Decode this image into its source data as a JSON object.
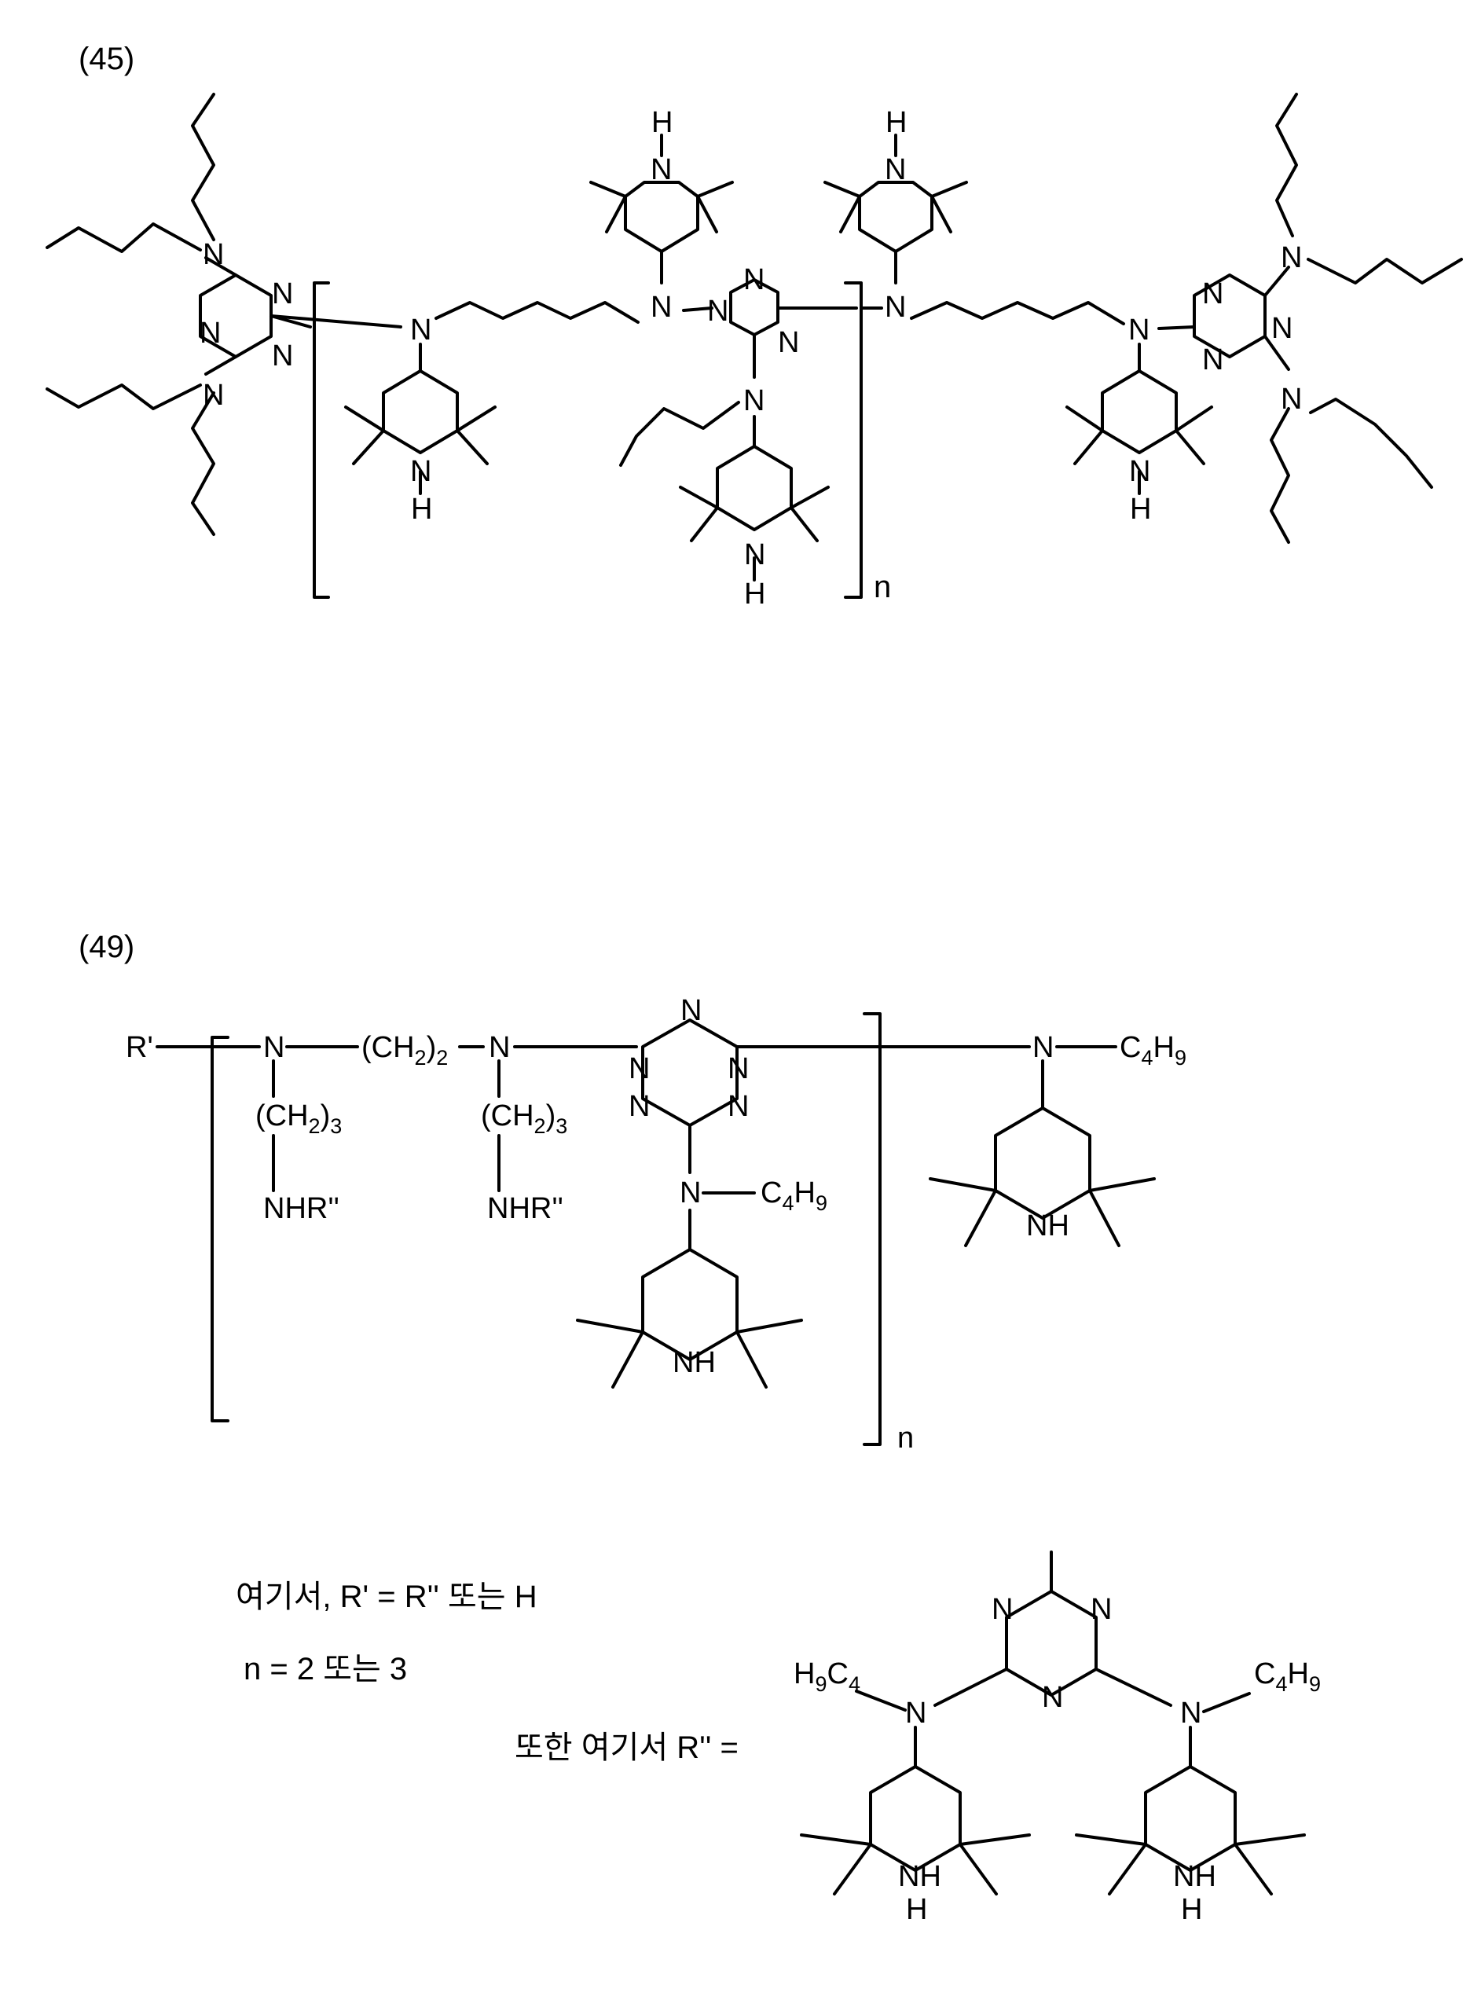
{
  "compound_45": {
    "number": "(45)",
    "atoms": {
      "nitrogen": "N",
      "hydrogen": "H"
    },
    "repeat_subscript": "n"
  },
  "compound_49": {
    "number": "(49)",
    "atoms": {
      "nitrogen": "N",
      "hydrogen": "H",
      "nh": "NH",
      "nhr": "NHR''"
    },
    "labels": {
      "r_prime": "R'",
      "ch2": "(CH",
      "sub2": "2",
      "close": ")",
      "sub3": "3",
      "c4": "C",
      "sub4": "4",
      "h": "H",
      "sub9": "9"
    },
    "repeat_subscript": "n"
  },
  "notes": {
    "line1": "여기서, R' = R'' 또는 H",
    "line2": "n = 2 또는 3",
    "line3": "또한 여기서 R'' ="
  },
  "r_double_prime": {
    "left_substituent": {
      "h": "H",
      "sub9": "9",
      "c": "C",
      "sub4": "4"
    },
    "right_substituent": {
      "c": "C",
      "sub4": "4",
      "h": "H",
      "sub9": "9"
    }
  }
}
